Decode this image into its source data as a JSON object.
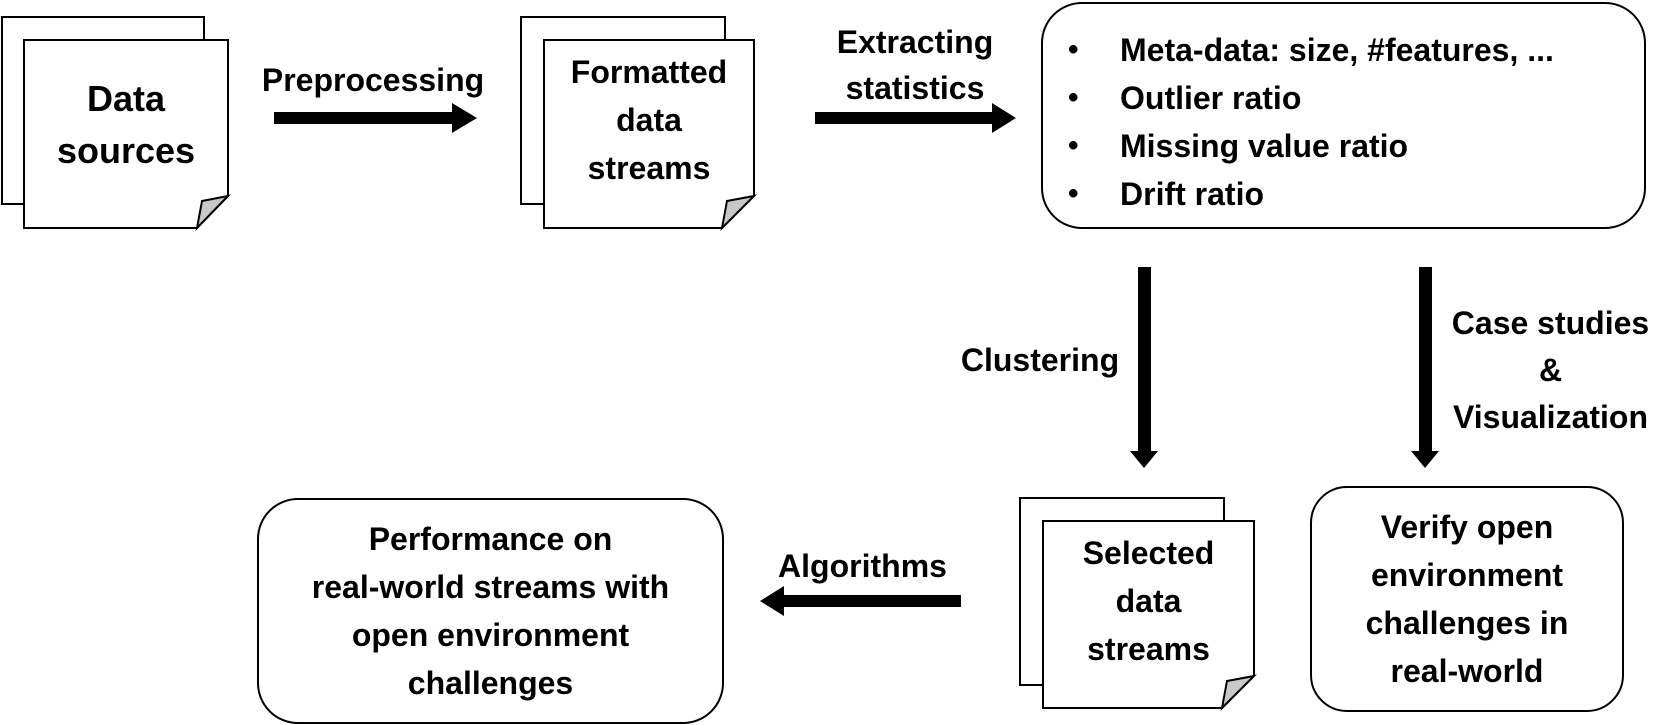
{
  "colors": {
    "stroke": "#000000",
    "fill": "#ffffff",
    "fold": "#c8c8c8"
  },
  "nodes": {
    "data_sources": {
      "lines": [
        "Data",
        "sources"
      ]
    },
    "formatted_streams": {
      "lines": [
        "Formatted",
        "data",
        "streams"
      ]
    },
    "statistics": {
      "items": [
        "Meta-data: size, #features, ...",
        "Outlier ratio",
        "Missing value ratio",
        "Drift ratio"
      ]
    },
    "selected_streams": {
      "lines": [
        "Selected",
        "data",
        "streams"
      ]
    },
    "verify": {
      "lines": [
        "Verify open",
        "environment",
        "challenges in",
        "real-world"
      ]
    },
    "performance": {
      "lines": [
        "Performance on",
        "real-world streams with",
        "open environment",
        "challenges"
      ]
    }
  },
  "edges": {
    "preprocessing": {
      "lines": [
        "Preprocessing"
      ]
    },
    "extracting": {
      "lines": [
        "Extracting",
        "statistics"
      ]
    },
    "clustering": {
      "lines": [
        "Clustering"
      ]
    },
    "case_studies": {
      "lines": [
        "Case studies",
        "&",
        "Visualization"
      ]
    },
    "algorithms": {
      "lines": [
        "Algorithms"
      ]
    }
  }
}
